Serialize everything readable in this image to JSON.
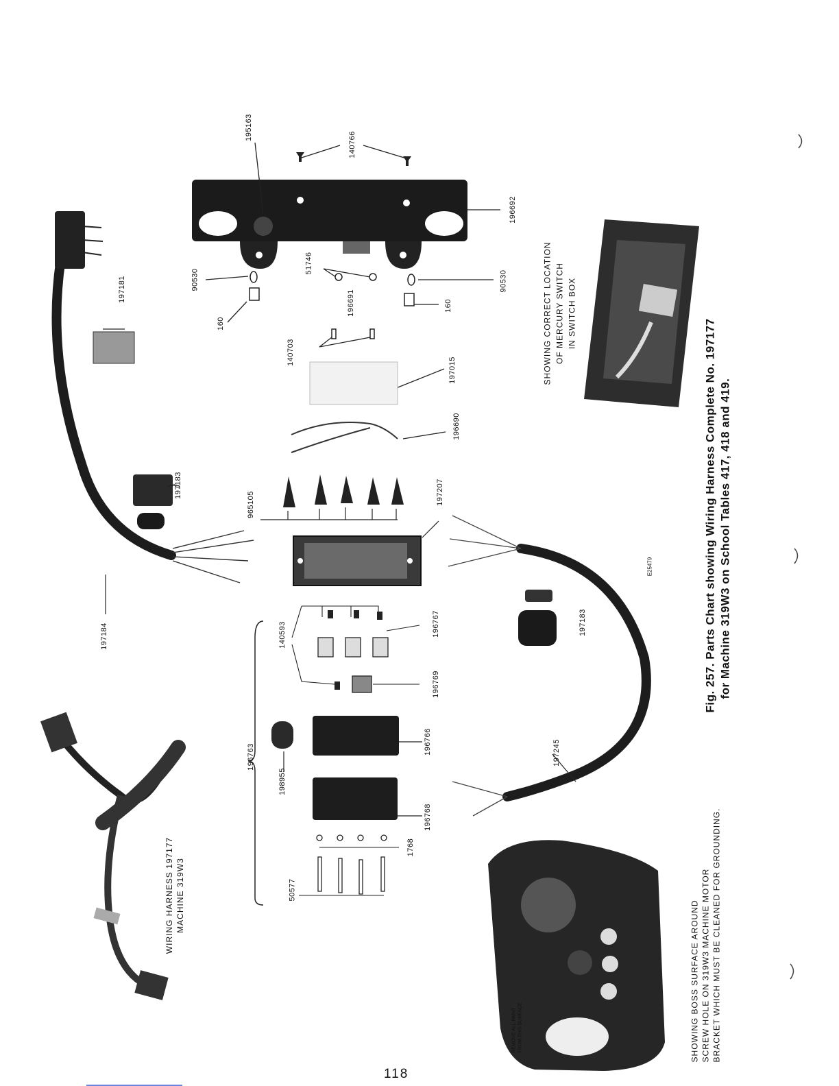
{
  "page_number": "118",
  "figure_caption": {
    "line1": "Fig. 257. Parts Chart showing Wiring Harness Complete No. 197177",
    "line2": "for Machine 319W3 on School Tables 417, 418 and 419."
  },
  "photo_captions": {
    "harness": [
      "WIRING HARNESS 197177",
      "MACHINE 319W3"
    ],
    "switch_box": [
      "SHOWING CORRECT LOCATION",
      "OF MERCURY SWITCH",
      "IN SWITCH BOX"
    ],
    "motor_bracket": [
      "SHOWING BOSS SURFACE AROUND",
      "SCREW  HOLE ON 319W3 MACHINE MOTOR",
      "BRACKET WHICH MUST BE CLEANED FOR GROUNDING."
    ],
    "remove_paint": [
      "REMOVE ALL PAINT",
      "FROM THIS SURFACE"
    ]
  },
  "part_numbers": {
    "p195163": "195163",
    "p140766": "140766",
    "p196692": "196692",
    "p90530_left": "90530",
    "p90530_right": "90530",
    "p160_left": "160",
    "p160_right": "160",
    "p51746": "51746",
    "p196691": "196691",
    "p140703": "140703",
    "p197015": "197015",
    "p196690": "196690",
    "p197181": "197181",
    "p197183_top": "197183",
    "p197183_bottom": "197183",
    "p965105": "965105",
    "p197207": "197207",
    "p197184": "197184",
    "p140593": "140593",
    "p196767": "196767",
    "p196769": "196769",
    "p196763": "196763",
    "p198955": "198955",
    "p196766": "196766",
    "p196768": "196768",
    "p197245": "197245",
    "p1768": "1768",
    "p50577": "50577",
    "code_e25479": "E25479"
  }
}
